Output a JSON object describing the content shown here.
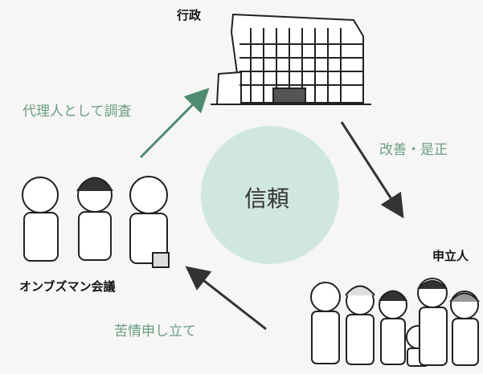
{
  "nodes": {
    "administration": {
      "label": "行政"
    },
    "petitioner": {
      "label": "申立人"
    },
    "council": {
      "label": "オンブズマン会議"
    }
  },
  "edges": {
    "council_to_admin": {
      "label": "代理人として調査"
    },
    "admin_to_petitioner": {
      "label": "改善・是正"
    },
    "petitioner_to_council": {
      "label": "苦情申し立て"
    }
  },
  "center": {
    "label": "信頼"
  },
  "colors": {
    "edge_label": "#6a9c86",
    "center_circle": "#cfe7df",
    "arrow_green": "#4f8a73",
    "arrow_dark": "#333333"
  }
}
